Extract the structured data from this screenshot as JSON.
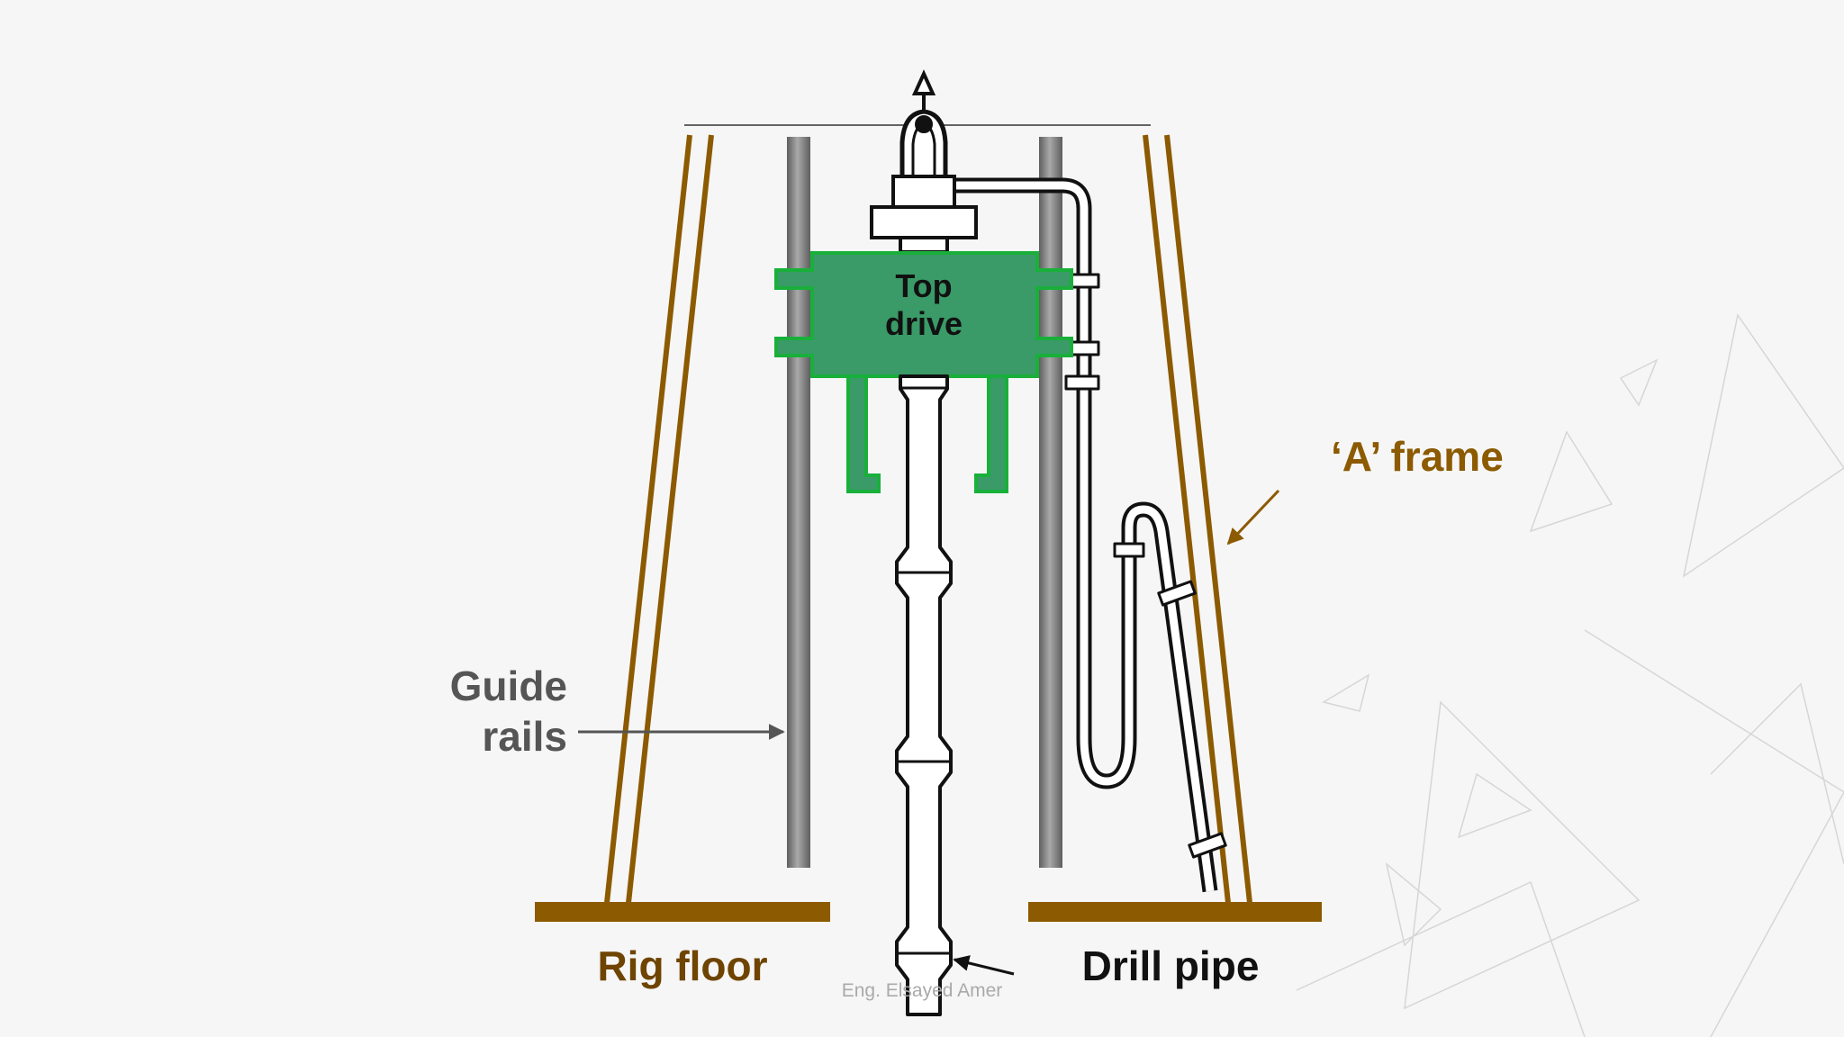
{
  "labels": {
    "top_drive_line1": "Top",
    "top_drive_line2": "drive",
    "a_frame": "‘A’ frame",
    "guide_rails_line1": "Guide",
    "guide_rails_line2": "rails",
    "rig_floor": "Rig floor",
    "drill_pipe": "Drill pipe",
    "author": "Eng. Elsayed Amer"
  },
  "colors": {
    "background": "#f6f6f6",
    "a_frame_brown": "#8c5a00",
    "top_drive_fill": "#3a9a68",
    "top_drive_stroke": "#18b03a",
    "rail_gray": "#7a7a7a",
    "label_gray": "#555555",
    "outline_black": "#111111"
  }
}
